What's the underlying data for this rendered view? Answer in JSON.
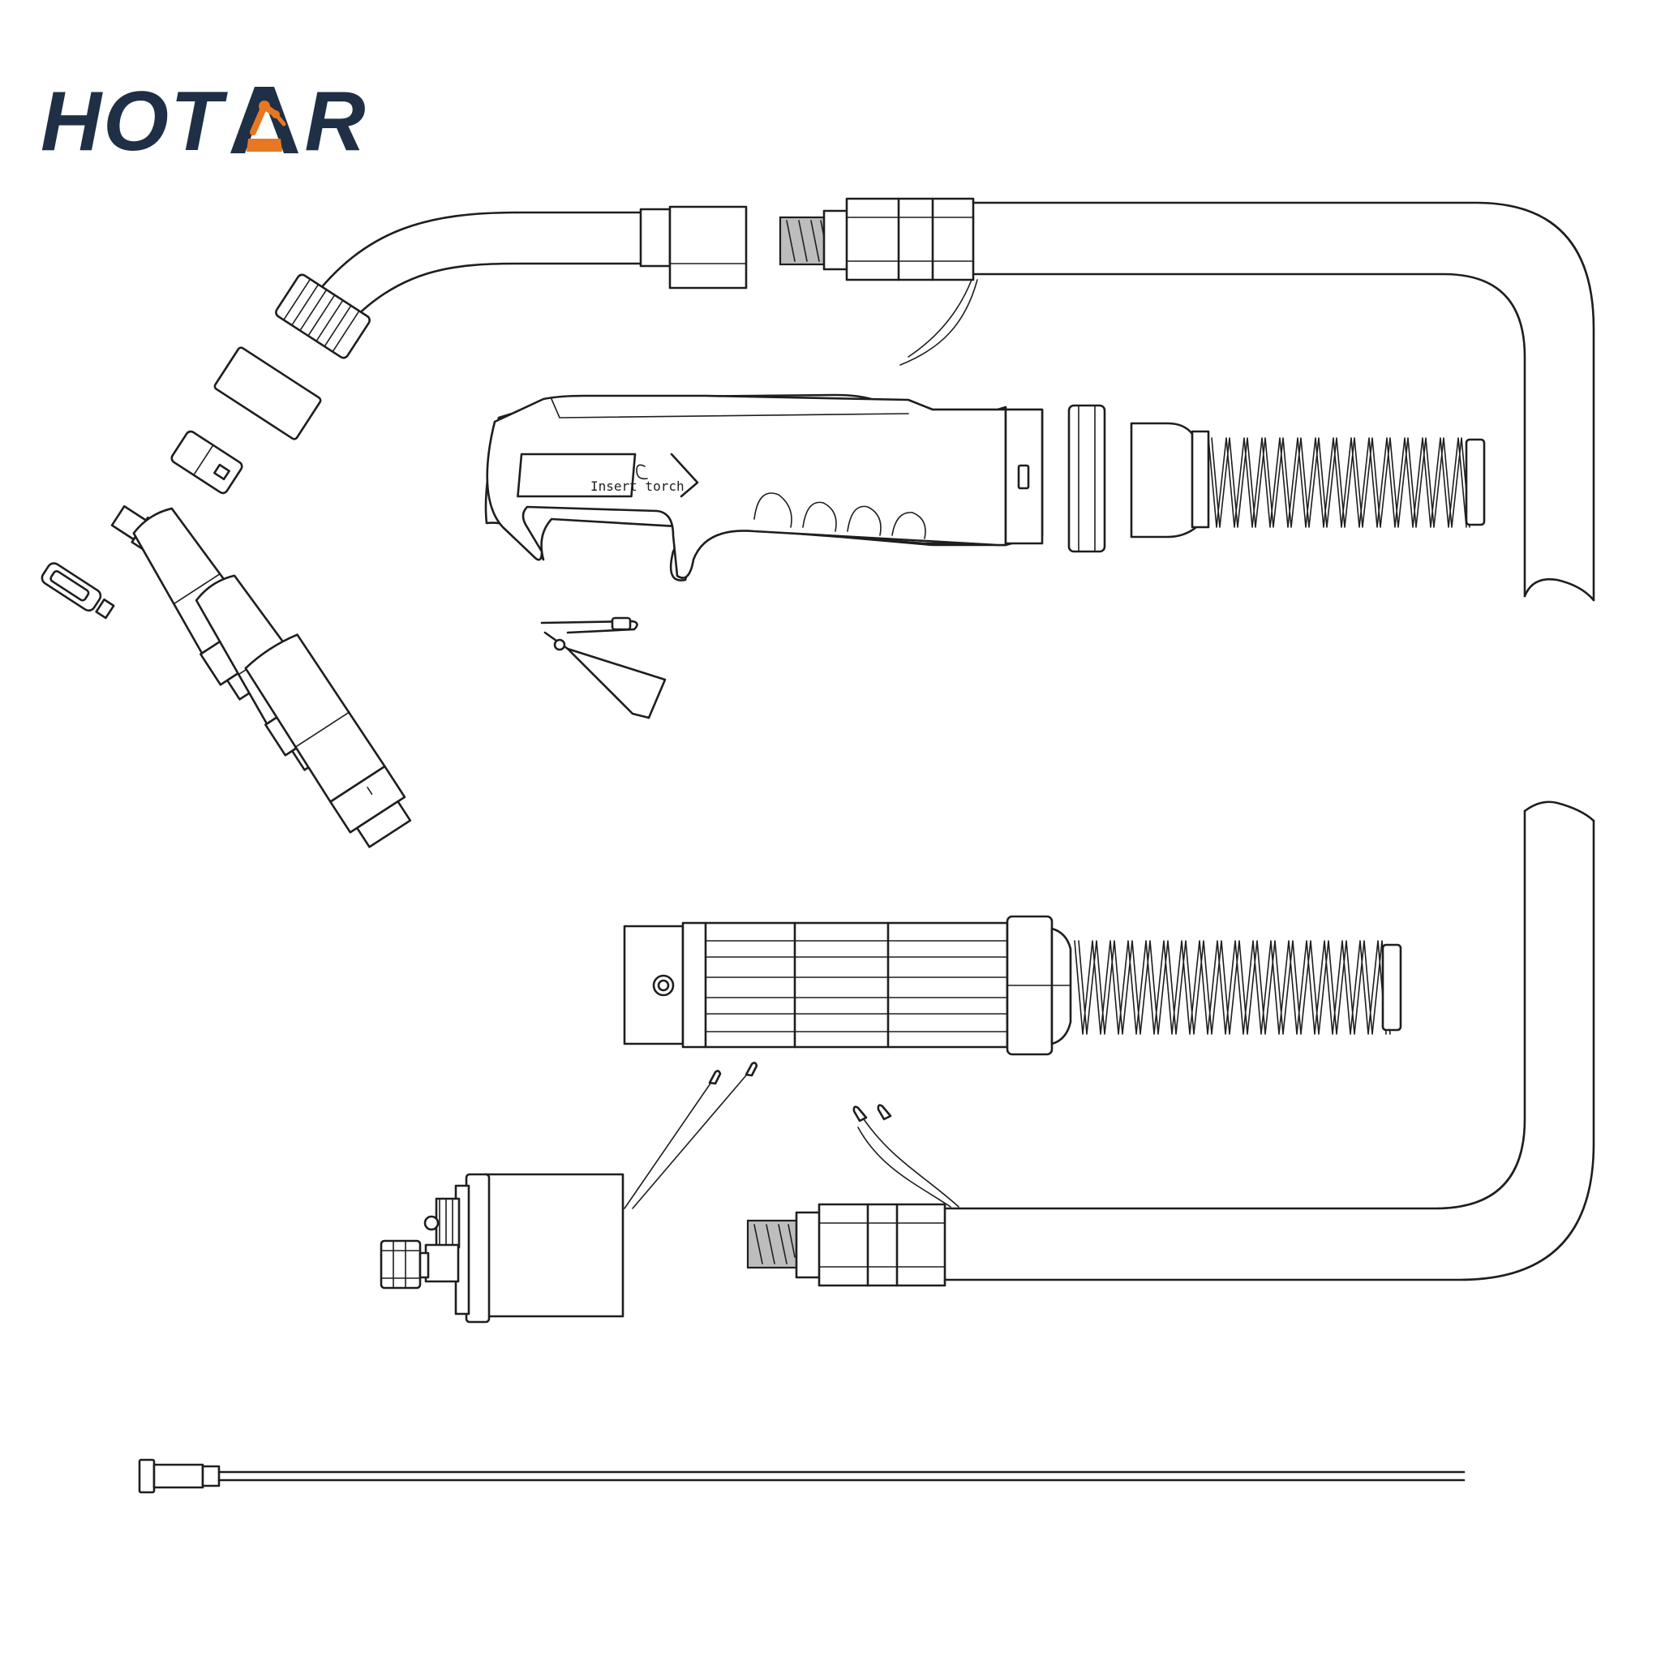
{
  "logo": {
    "text_before": "HOT",
    "text_after": "R",
    "icon": "welding-robot-icon",
    "colors": {
      "text": "#1f2f45",
      "accent": "#e87722"
    }
  },
  "handle_label": "Insert torch",
  "colors": {
    "line": "#1e1e1e",
    "background": "#ffffff"
  }
}
